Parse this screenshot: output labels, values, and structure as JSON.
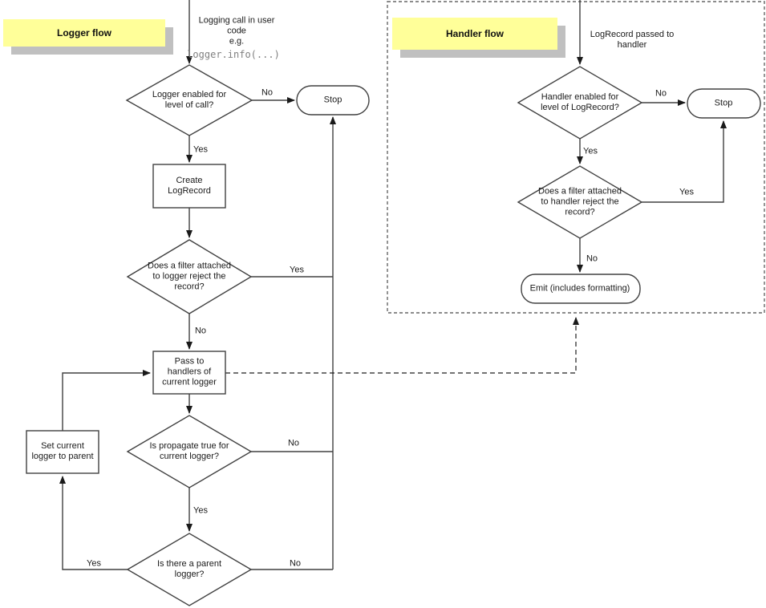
{
  "diagram": {
    "colors": {
      "label_bg": "#ffff99",
      "label_shadow": "#c0c0c0",
      "line": "#404040",
      "code_text": "#808080"
    },
    "logger_flow": {
      "title": "Logger flow",
      "entry_note": "Logging call in user\ncode\ne.g.",
      "entry_code": "logger.info(...)",
      "nodes": {
        "level_check": "Logger enabled for\nlevel of call?",
        "stop_label": "Stop",
        "create_logrecord": "Create\nLogRecord",
        "filter_check": "Does a filter attached\nto logger reject the\nrecord?",
        "pass_to_handlers": "Pass to\nhandlers of\ncurrent logger",
        "propagate_check": "Is propagate true for\ncurrent logger?",
        "parent_check": "Is there a parent\nlogger?",
        "set_current_logger": "Set current\nlogger to parent"
      },
      "edge_labels": {
        "level_no": "No",
        "level_yes": "Yes",
        "filter_yes": "Yes",
        "filter_no": "No",
        "propagate_no": "No",
        "propagate_yes": "Yes",
        "parent_no": "No",
        "parent_yes": "Yes"
      }
    },
    "handler_flow": {
      "title": "Handler flow",
      "entry_note": "LogRecord passed to\nhandler",
      "nodes": {
        "level_check": "Handler enabled for\nlevel of LogRecord?",
        "stop_label": "Stop",
        "filter_check": "Does a filter attached\nto handler reject the\nrecord?",
        "emit": "Emit (includes formatting)"
      },
      "edge_labels": {
        "level_no": "No",
        "level_yes": "Yes",
        "filter_yes": "Yes",
        "filter_no": "No"
      }
    }
  }
}
